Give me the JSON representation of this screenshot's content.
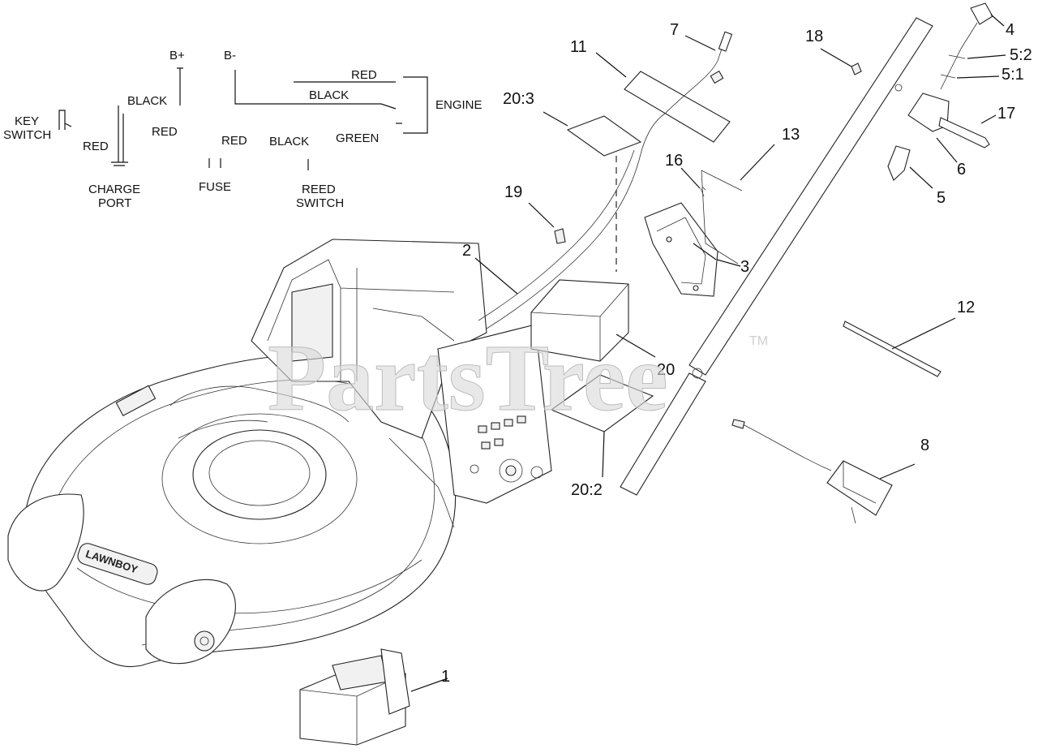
{
  "watermark": {
    "text": "PartsTree",
    "trademark": "TM"
  },
  "mower_logo": "LAWNBOY",
  "wiring_labels": {
    "b_plus": "B+",
    "b_minus": "B-",
    "red_top": "RED",
    "black_top": "BLACK",
    "engine": "ENGINE",
    "key_switch_1": "KEY",
    "key_switch_2": "SWITCH",
    "black_left": "BLACK",
    "red_mid": "RED",
    "red_left": "RED",
    "red_fuse": "RED",
    "black_reed": "BLACK",
    "green": "GREEN",
    "charge_port_1": "CHARGE",
    "charge_port_2": "PORT",
    "fuse": "FUSE",
    "reed_switch_1": "REED",
    "reed_switch_2": "SWITCH"
  },
  "callouts": {
    "c1": "1",
    "c2": "2",
    "c3": "3",
    "c4": "4",
    "c5": "5",
    "c5_1": "5:1",
    "c5_2": "5:2",
    "c6": "6",
    "c7": "7",
    "c8": "8",
    "c11": "11",
    "c12": "12",
    "c13": "13",
    "c16": "16",
    "c17": "17",
    "c18": "18",
    "c19": "19",
    "c20": "20",
    "c20_2": "20:2",
    "c20_3": "20:3"
  }
}
